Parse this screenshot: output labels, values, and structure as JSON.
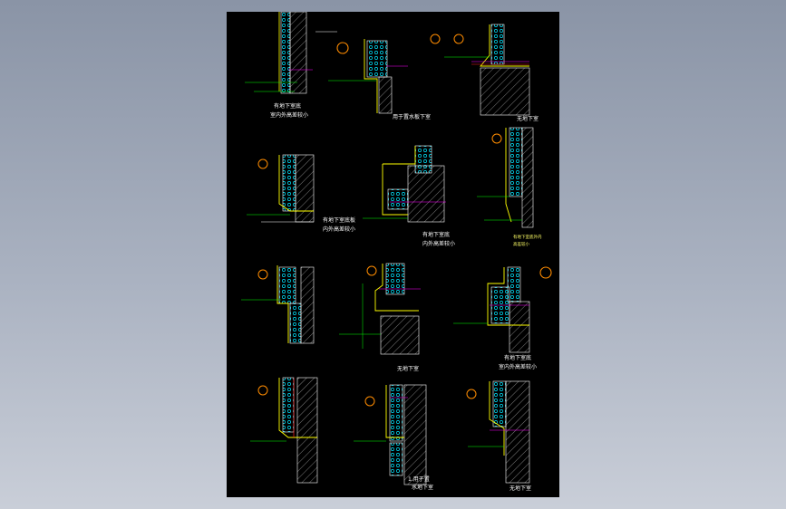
{
  "colors": {
    "background_top": "#8a94a6",
    "background_bottom": "#c9ced8",
    "sheet": "#000000",
    "wall_outline": "#ffffff",
    "insulation": "#00e5ff",
    "membrane": "#ffff00",
    "dimension": "#00ff00",
    "callout": "#ff8c00",
    "accent": "#ff00ff",
    "red_line": "#ff2020"
  },
  "icons": {
    "detail_callout": "detail-callout-icon"
  },
  "details": [
    {
      "id": "d1",
      "caption_1": "有地下室底",
      "caption_2": "室内外高差较小"
    },
    {
      "id": "d2",
      "caption_1": "用于置水板下室",
      "caption_2": ""
    },
    {
      "id": "d3",
      "caption_1": "无地下室",
      "caption_2": ""
    },
    {
      "id": "d4",
      "caption_1": "有地下室底板",
      "caption_2": "内外高差较小"
    },
    {
      "id": "d5",
      "caption_1": "有地下室底",
      "caption_2": "内外高差较小"
    },
    {
      "id": "d6",
      "caption_1": "有地下室底外内",
      "caption_2": "高差较小"
    },
    {
      "id": "d7",
      "caption_1": "",
      "caption_2": ""
    },
    {
      "id": "d8",
      "caption_1": "无地下室",
      "caption_2": ""
    },
    {
      "id": "d9",
      "caption_1": "有地下室底",
      "caption_2": "室内外高差较小"
    },
    {
      "id": "d10",
      "caption_1": "",
      "caption_2": ""
    },
    {
      "id": "d11",
      "caption_1": "1.用于置",
      "caption_2": "水地下室"
    },
    {
      "id": "d12",
      "caption_1": "无地下室",
      "caption_2": ""
    }
  ]
}
